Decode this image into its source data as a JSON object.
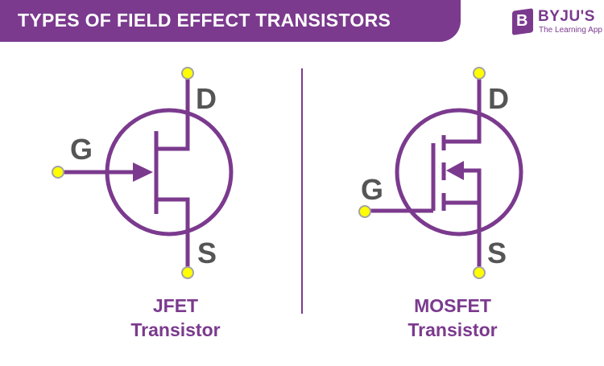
{
  "title": "TYPES OF FIELD EFFECT TRANSISTORS",
  "brand": {
    "logo_letter": "B",
    "name": "BYJU'S",
    "tagline": "The Learning App",
    "logo-icon": "byjus-b-mark"
  },
  "colors": {
    "accent": "#7b3a8e",
    "terminal_fill": "#ffff00",
    "terminal_stroke": "#a3a3a3",
    "label_gray": "#555555"
  },
  "jfet": {
    "caption_line1": "JFET",
    "caption_line2": "Transistor",
    "terminals": {
      "drain": "D",
      "gate": "G",
      "source": "S"
    }
  },
  "mosfet": {
    "caption_line1": "MOSFET",
    "caption_line2": "Transistor",
    "terminals": {
      "drain": "D",
      "gate": "G",
      "source": "S"
    }
  }
}
